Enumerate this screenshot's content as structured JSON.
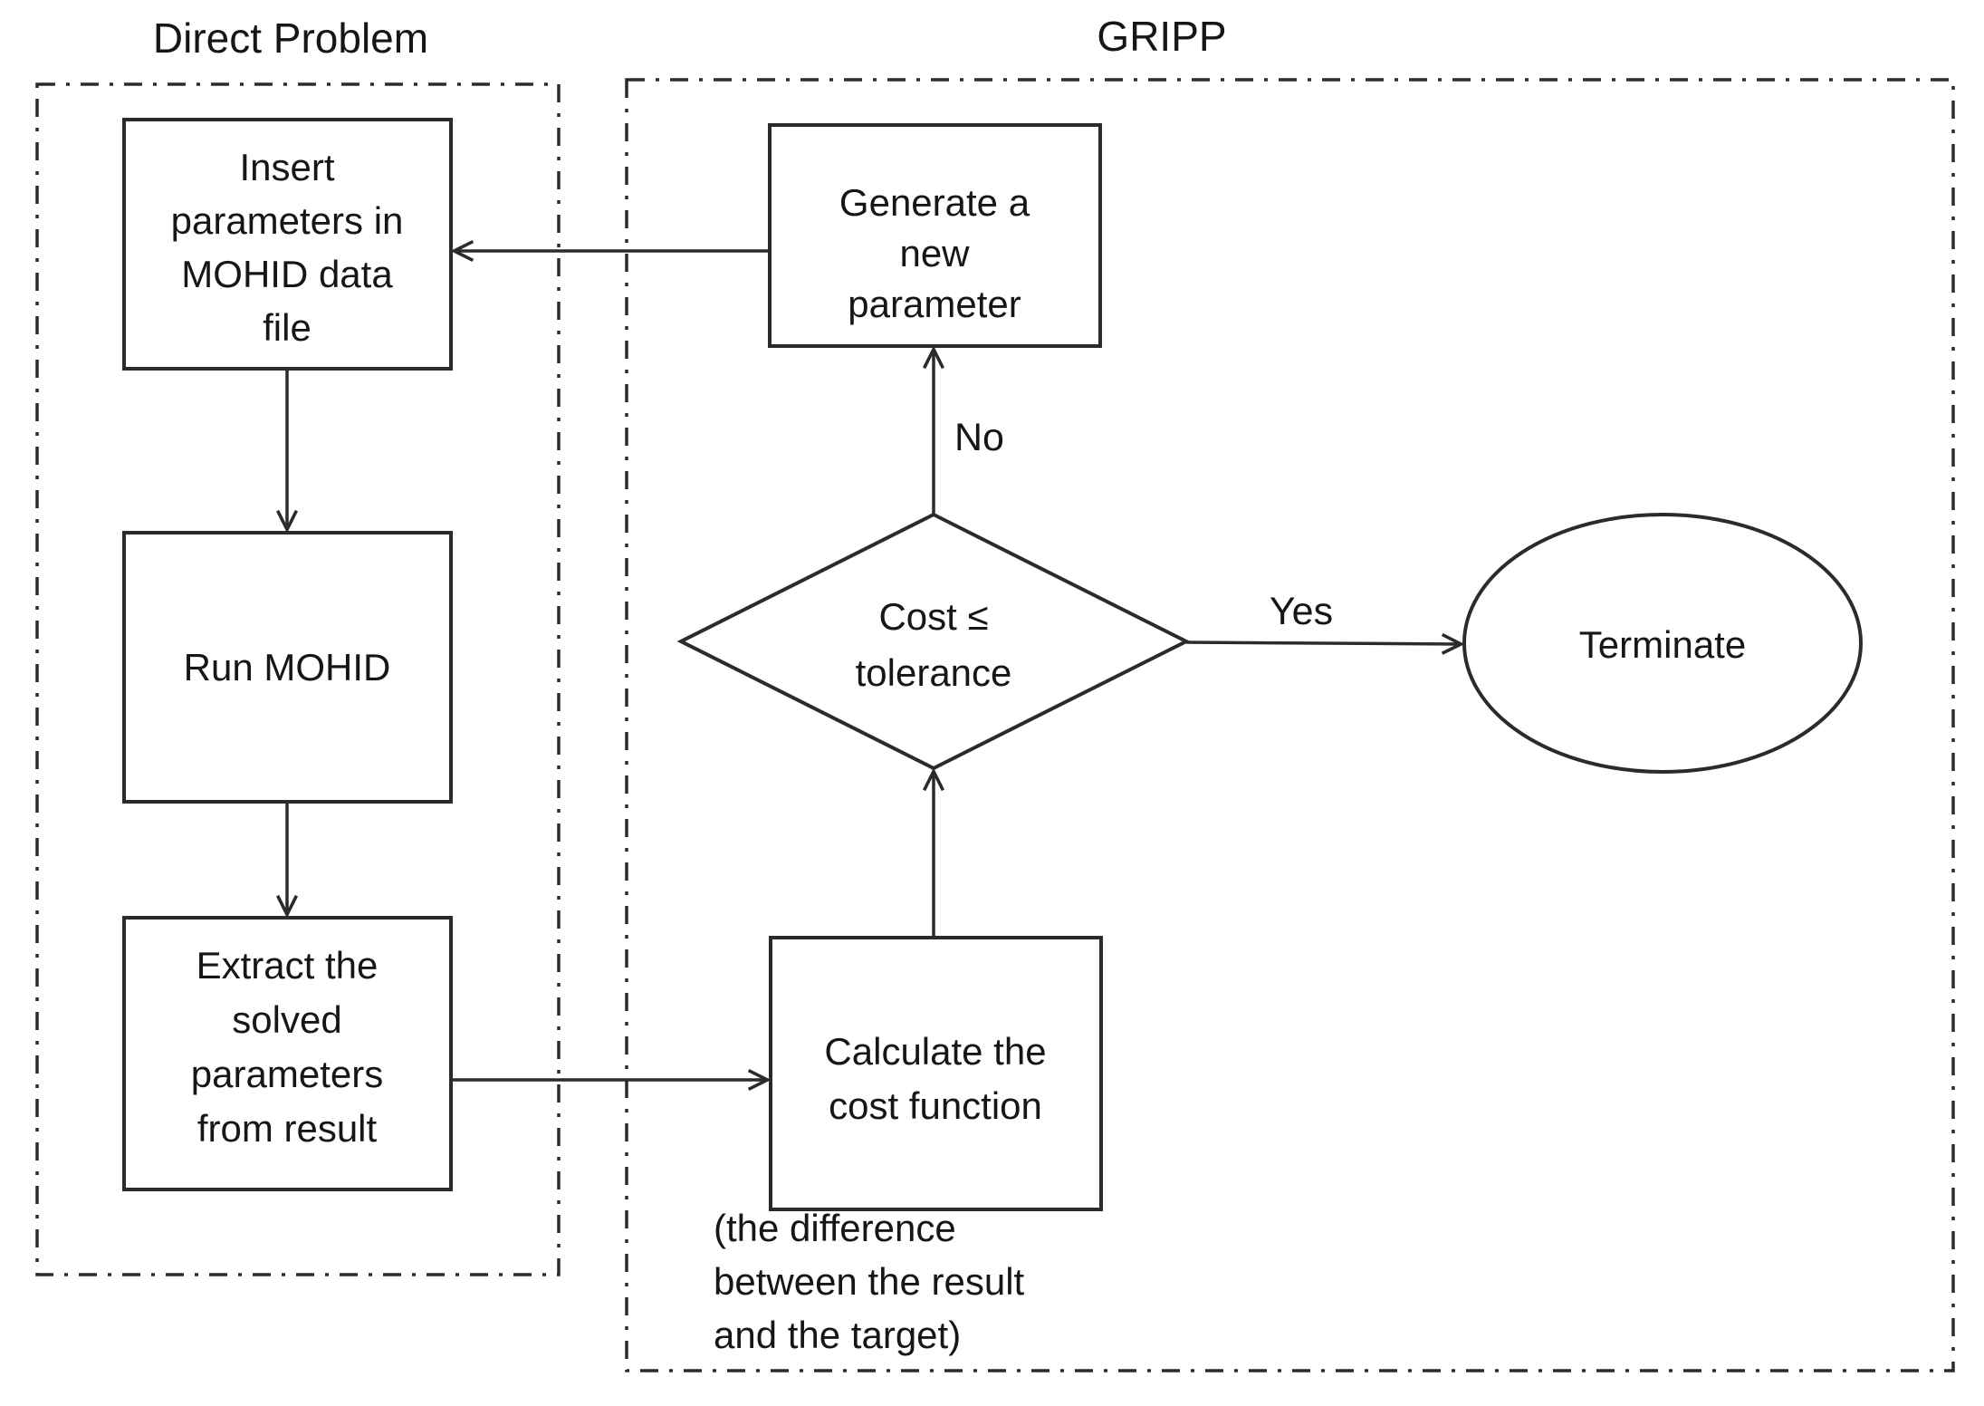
{
  "diagram": {
    "background": "#ffffff",
    "stroke_color": "#2b2b2b",
    "text_color": "#161616",
    "groups": {
      "direct": {
        "title": "Direct Problem"
      },
      "gripp": {
        "title": "GRIPP"
      }
    },
    "nodes": {
      "insert": {
        "type": "process",
        "lines": [
          "Insert",
          "parameters in",
          "MOHID data",
          "file"
        ]
      },
      "run": {
        "type": "process",
        "lines": [
          "Run MOHID"
        ]
      },
      "extract": {
        "type": "process",
        "lines": [
          "Extract the",
          "solved",
          "parameters",
          "from result"
        ]
      },
      "generate": {
        "type": "process",
        "lines": [
          "Generate a",
          "new",
          "parameter"
        ]
      },
      "decision": {
        "type": "decision",
        "lines": [
          "Cost ≤",
          "tolerance"
        ]
      },
      "calculate": {
        "type": "process",
        "lines": [
          "Calculate the",
          "cost function"
        ]
      },
      "terminate": {
        "type": "terminator",
        "lines": [
          "Terminate"
        ]
      }
    },
    "labels": {
      "no": "No",
      "yes": "Yes"
    },
    "caption": {
      "lines": [
        "(the difference",
        "between the result",
        "and the target)"
      ]
    }
  }
}
